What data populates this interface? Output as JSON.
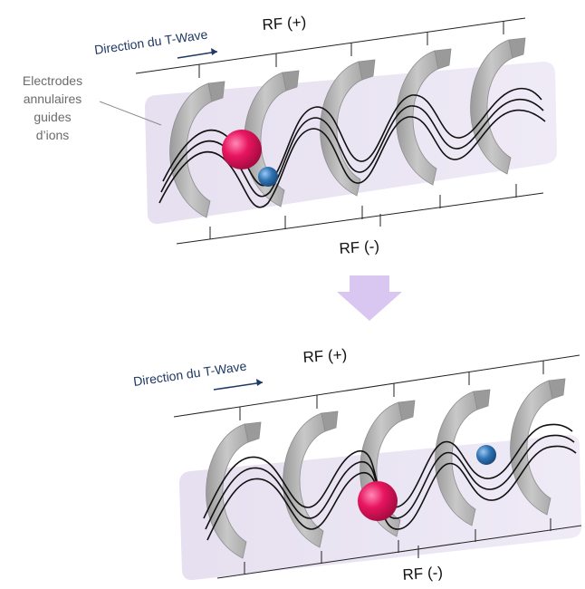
{
  "colors": {
    "electrode": "#b7b7b7",
    "electrode_shade": "#8f8f8f",
    "band": "#e6e0ef",
    "arrow": "#d9c7f2",
    "direction_text": "#1f3864",
    "large_ion": "#e8155f",
    "small_ion": "#2e74b5",
    "wave": "#111111"
  },
  "top_panel": {
    "direction_label": "Direction du T-Wave",
    "rf_plus": "RF (+)",
    "rf_minus": "RF (-)",
    "electrode_label_lines": [
      "Electrodes",
      "annulaires",
      "guides",
      "d’ions"
    ]
  },
  "bottom_panel": {
    "direction_label": "Direction du T-Wave",
    "rf_plus": "RF (+)",
    "rf_minus": "RF (-)"
  }
}
